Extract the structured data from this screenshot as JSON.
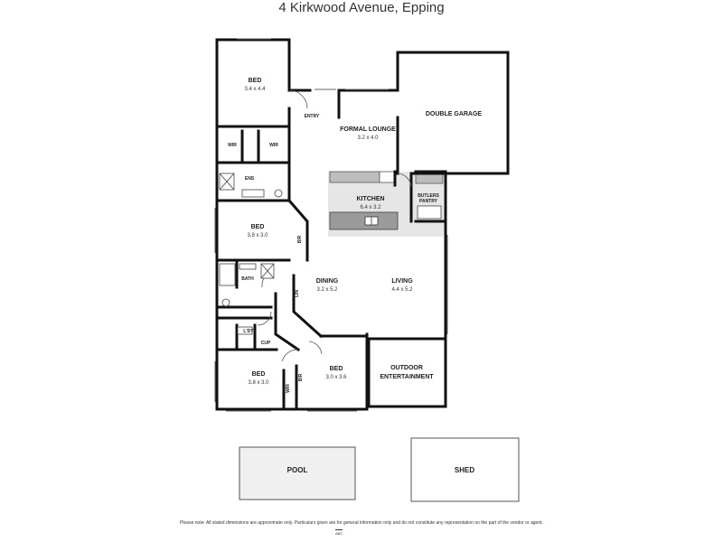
{
  "title": "4 Kirkwood Avenue, Epping",
  "rooms": {
    "bed1": {
      "name": "BED",
      "dims": "3.4 x 4.4"
    },
    "entry": {
      "name": "ENTRY"
    },
    "formal_lounge": {
      "name": "FORMAL LOUNGE",
      "dims": "3.2 x 4.0"
    },
    "double_garage": {
      "name": "DOUBLE GARAGE"
    },
    "wir_left": {
      "name": "WIR"
    },
    "wir_right": {
      "name": "WIR"
    },
    "ens": {
      "name": "ENS"
    },
    "kitchen": {
      "name": "KITCHEN",
      "dims": "6.4 x 3.2"
    },
    "butlers_pantry": {
      "name": "BUTLERS PANTRY"
    },
    "bed2": {
      "name": "BED",
      "dims": "3.8 x 3.0"
    },
    "bir_bed2": {
      "name": "BIR"
    },
    "bath": {
      "name": "BATH"
    },
    "lin": {
      "name": "LIN"
    },
    "dining": {
      "name": "DINING",
      "dims": "3.2 x 5.2"
    },
    "living": {
      "name": "LIVING",
      "dims": "4.4 x 5.2"
    },
    "ldy": {
      "name": "L'DY"
    },
    "cup": {
      "name": "CUP"
    },
    "bed3": {
      "name": "BED",
      "dims": "3.8 x 3.0"
    },
    "wir_bed3": {
      "name": "WIR"
    },
    "bir_bed4": {
      "name": "BIR"
    },
    "bed4": {
      "name": "BED",
      "dims": "3.0 x 3.6"
    },
    "outdoor": {
      "line1": "OUTDOOR",
      "line2": "ENTERTAINMENT"
    },
    "pool": {
      "name": "POOL"
    },
    "shed": {
      "name": "SHED"
    }
  },
  "disclaimer": "Please note: All stated dimensions are approximate only. Particulars given are for general information only and do not constitute any representation on the part of the vendor or agent.",
  "agency_logo": "ABC"
}
